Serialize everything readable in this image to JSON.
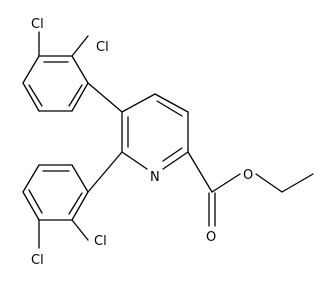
{
  "molecule": {
    "labels": {
      "cl_top_left": "Cl",
      "cl_top_right": "Cl",
      "nitrogen": "N",
      "carbonyl_oxygen": "O",
      "ester_oxygen": "O",
      "cl_bottom_right": "Cl",
      "cl_bottom_left": "Cl"
    },
    "colors": {
      "bond": "#000000",
      "text": "#000000",
      "background": "#ffffff"
    }
  }
}
